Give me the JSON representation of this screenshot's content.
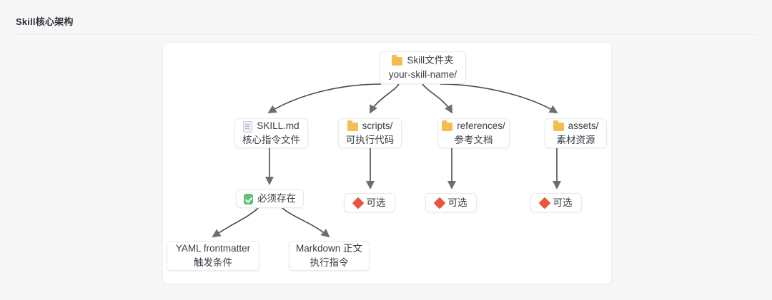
{
  "header": {
    "title": "Skill核心架构"
  },
  "diagram": {
    "nodes": {
      "root": {
        "icon": "folder-icon",
        "line1": "Skill文件夹",
        "line2": "your-skill-name/"
      },
      "skill_md": {
        "icon": "document-icon",
        "line1": "SKILL.md",
        "line2": "核心指令文件"
      },
      "scripts": {
        "icon": "folder-icon",
        "line1": "scripts/",
        "line2": "可执行代码"
      },
      "references": {
        "icon": "folder-icon",
        "line1": "references/",
        "line2": "参考文档"
      },
      "assets": {
        "icon": "folder-icon",
        "line1": "assets/",
        "line2": "素材资源"
      },
      "required": {
        "icon": "green-check-icon",
        "label": "必须存在"
      },
      "optional_scripts": {
        "icon": "red-diamond-icon",
        "label": "可选"
      },
      "optional_references": {
        "icon": "red-diamond-icon",
        "label": "可选"
      },
      "optional_assets": {
        "icon": "red-diamond-icon",
        "label": "可选"
      },
      "yaml": {
        "line1": "YAML frontmatter",
        "line2": "触发条件"
      },
      "markdown": {
        "line1": "Markdown 正文",
        "line2": "执行指令"
      }
    }
  },
  "colors": {
    "page_background": "#f7f7f8",
    "card_background": "#ffffff",
    "card_border": "#eceef0",
    "node_border": "#e9eaec",
    "text": "#373c44",
    "title_text": "#2c2f39",
    "edge": "#4a4a4a",
    "folder": "#f5bd4f",
    "check_green": "#5ec27a",
    "diamond_red": "#e8563c"
  }
}
